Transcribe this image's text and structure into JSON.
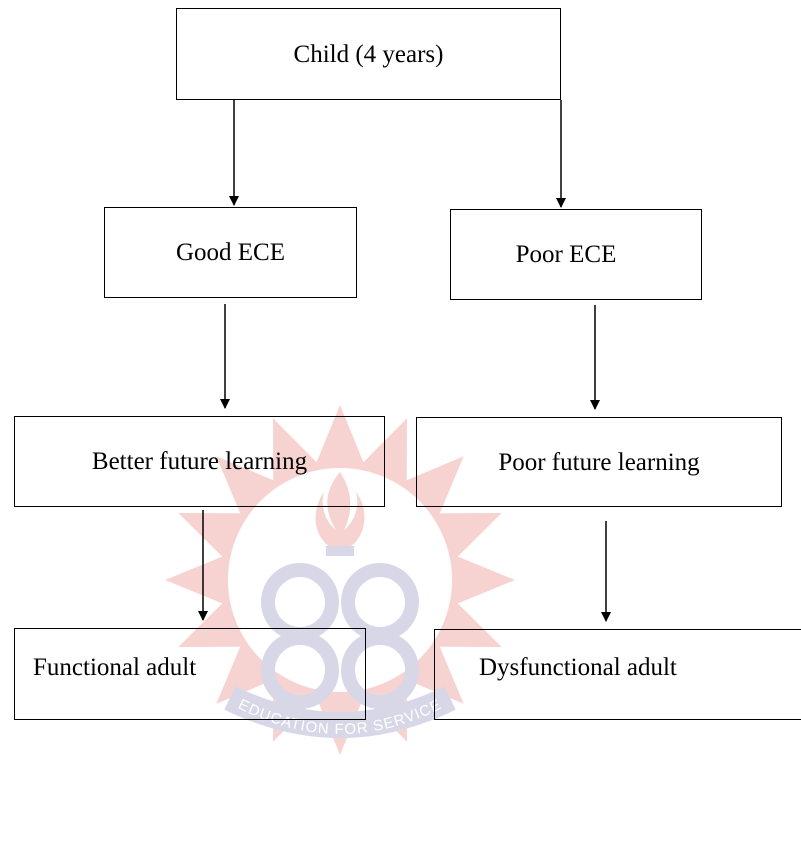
{
  "diagram": {
    "nodes": {
      "child": "Child (4 years)",
      "good_ece": "Good ECE",
      "poor_ece": "Poor ECE",
      "better_future_learning": "Better future learning",
      "poor_future_learning": "Poor future learning",
      "functional_adult": "Functional adult",
      "dysfunctional_adult": "Dysfunctional adult"
    },
    "edges": [
      {
        "from": "child",
        "to": "good_ece"
      },
      {
        "from": "child",
        "to": "poor_ece"
      },
      {
        "from": "good_ece",
        "to": "better_future_learning"
      },
      {
        "from": "poor_ece",
        "to": "poor_future_learning"
      },
      {
        "from": "better_future_learning",
        "to": "functional_adult"
      },
      {
        "from": "poor_future_learning",
        "to": "dysfunctional_adult"
      }
    ]
  },
  "watermark": {
    "text": "EDUCATION FOR SERVICE",
    "colors": {
      "rays": "#e8847a",
      "emblem": "#8e8ec0",
      "flame": "#e8847a"
    }
  }
}
